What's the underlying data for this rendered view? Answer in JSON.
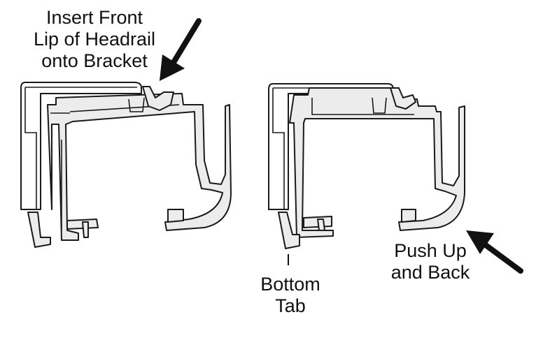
{
  "labels": {
    "insert": [
      "Insert Front",
      "Lip of Headrail",
      "onto Bracket"
    ],
    "push": [
      "Push Up",
      "and Back"
    ],
    "tab": [
      "Bottom",
      "Tab"
    ]
  },
  "colors": {
    "line": "#1a1a1a",
    "part_fill": "#ececec",
    "background": "#ffffff"
  }
}
